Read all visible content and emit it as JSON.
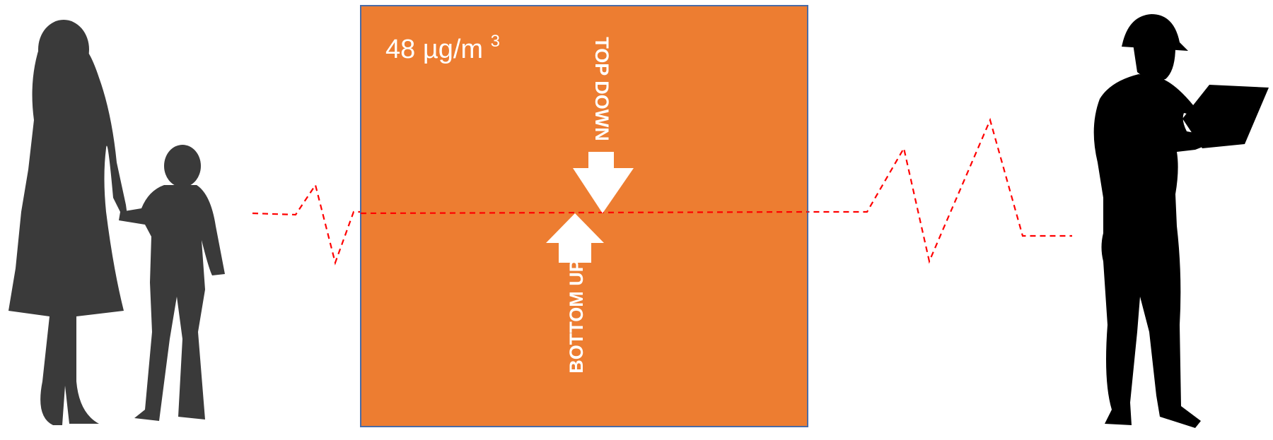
{
  "concentration": {
    "value": "48",
    "unit_prefix": "µg/m",
    "unit_exponent": "3"
  },
  "arrows": {
    "top_label": "TOP DOWN",
    "bottom_label": "BOTTOM UP"
  },
  "colors": {
    "box_fill": "#ED7D31",
    "box_border": "#4A6BA5",
    "dashed_line": "#FF0000",
    "silhouette_left": "#3A3A3A",
    "silhouette_right": "#000000",
    "arrow_fill": "#FFFFFF"
  },
  "icons": {
    "left": "mother-and-child-silhouette",
    "right": "engineer-with-laptop-silhouette"
  }
}
